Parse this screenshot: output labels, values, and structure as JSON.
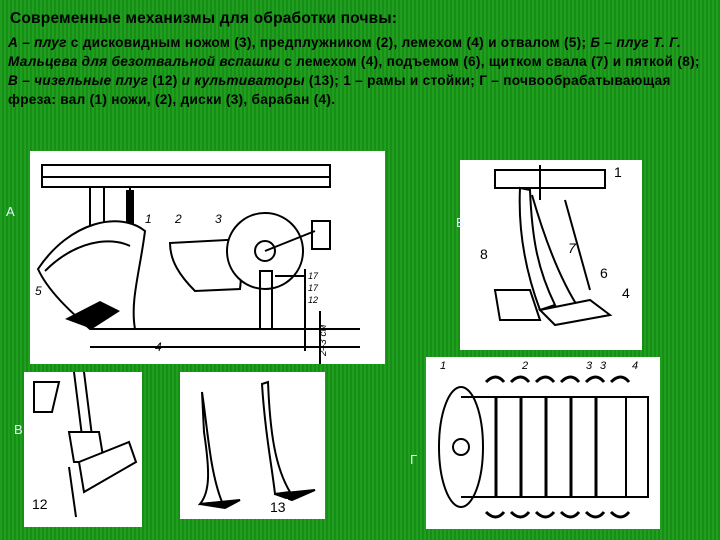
{
  "title": "Современные механизмы для обработки почвы:",
  "desc": {
    "a_label": "А – плуг",
    "a_text": " с дисковидным ножом (3), предплужником (2), лемехом (4) и отвалом (5); ",
    "b_label": "Б – плуг Т. Г. Мальцева для безотвальной вспашки",
    "b_text": " с лемехом (4), подъемом (6), щитком свала (7) и пяткой (8); ",
    "c_label": "В – чизельные плуг",
    "c_text": " (12) ",
    "d_label": "и культиваторы",
    "d_text": " (13); 1 – рамы и стойки; Г – почвообрабатывающая фреза: вал (1) ножи, (2), диски (3), барабан (4)."
  },
  "labels": {
    "a": "А",
    "b": "Б",
    "c": "В",
    "d": "Г"
  },
  "markers": {
    "m1": "1",
    "m8": "8",
    "m6": "6",
    "m7": "7",
    "m4": "4",
    "m12": "12",
    "m13": "13"
  }
}
